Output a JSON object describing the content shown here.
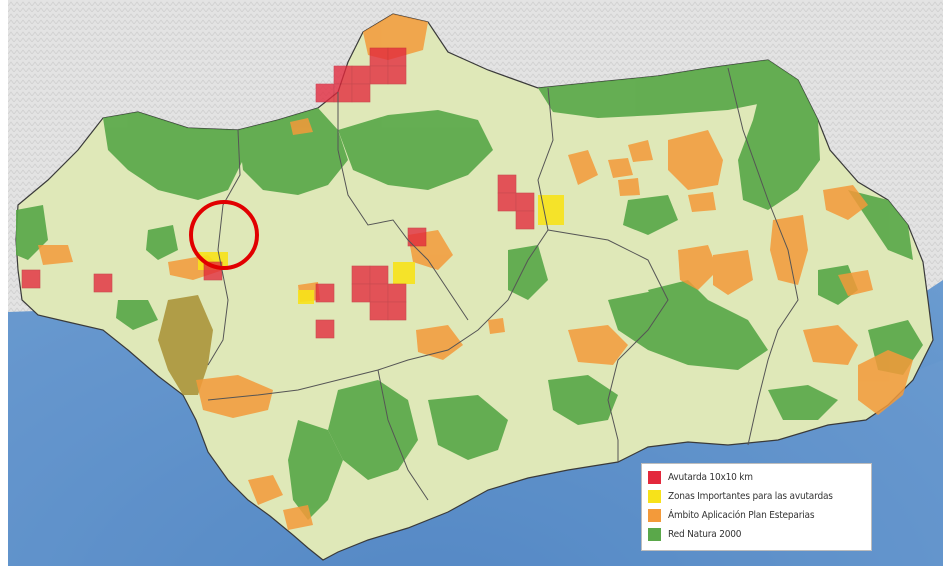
{
  "map": {
    "colors": {
      "sea_deep": "#3f78bb",
      "sea_shelf": "#7fa9d6",
      "land_outside": "#e3e3e3",
      "region_fill": "#dfe8b8",
      "region_border": "#3a3a3a",
      "province_border": "#555555",
      "highlight_circle": "#e10000"
    },
    "legend": {
      "items": [
        {
          "label": "Avutarda 10x10 km",
          "color": "#e3283c"
        },
        {
          "label": "Zonas Importantes para las avutardas",
          "color": "#f7e21a"
        },
        {
          "label": "Ámbito Aplicación Plan Esteparias",
          "color": "#f39a3a"
        },
        {
          "label": "Red Natura 2000",
          "color": "#5aa84a"
        }
      ]
    }
  }
}
